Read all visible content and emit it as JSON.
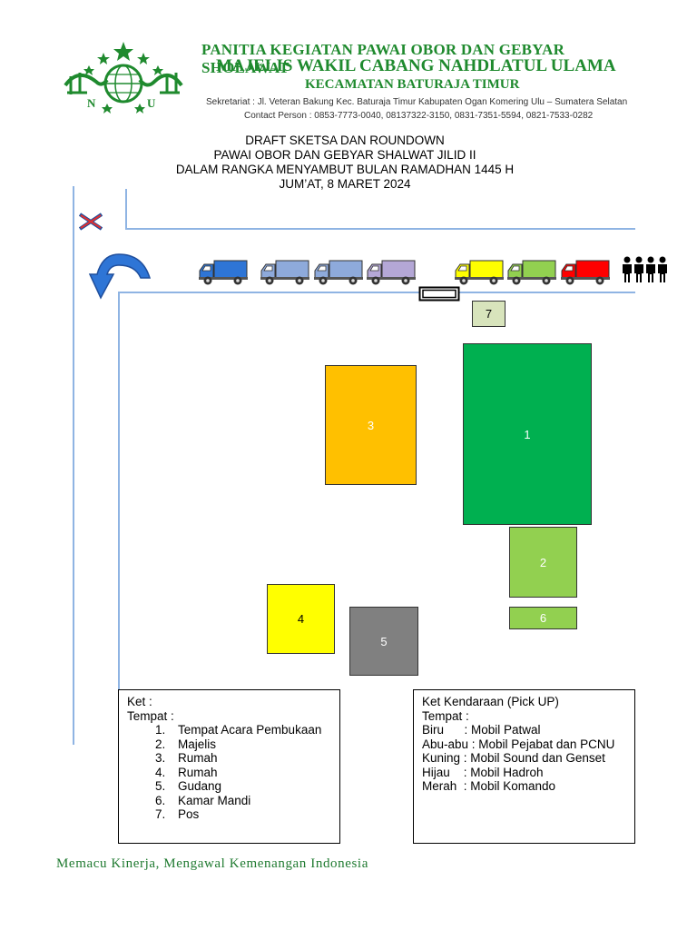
{
  "header": {
    "line1": "PANITIA KEGIATAN PAWAI OBOR DAN GEBYAR SHOLAWAT",
    "line2": "MAJELIS WAKIL CABANG NAHDLATUL ULAMA",
    "line3": "KECAMATAN BATURAJA TIMUR",
    "sekretariat": "Sekretariat :  Jl. Veteran Bakung Kec. Baturaja Timur Kabupaten Ogan Komering Ulu – Sumatera Selatan",
    "contact": "Contact Person : 0853-7773-0040, 08137322-3150, 0831-7351-5594, 0821-7533-0282",
    "logo_letters": [
      "N",
      "U"
    ]
  },
  "title": {
    "line1": "DRAFT SKETSA DAN ROUNDOWN",
    "line2": "PAWAI OBOR DAN GEBYAR SHALWAT JILID II",
    "line3": "DALAM RANGKA MENYAMBUT BULAN RAMADHAN 1445 H",
    "line4": "JUM’AT, 8 MARET 2024"
  },
  "map": {
    "buildings": [
      {
        "label": "1",
        "color": "#00b050"
      },
      {
        "label": "2",
        "color": "#92d050"
      },
      {
        "label": "3",
        "color": "#ffc000"
      },
      {
        "label": "4",
        "color": "#ffff00"
      },
      {
        "label": "5",
        "color": "#808080"
      },
      {
        "label": "6",
        "color": "#92d050"
      },
      {
        "label": "7",
        "color": "#d8e4bc"
      }
    ],
    "trucks": [
      {
        "color": "#2e75d6",
        "facing": "left"
      },
      {
        "color": "#8eaadb",
        "facing": "left"
      },
      {
        "color": "#8eaadb",
        "facing": "left"
      },
      {
        "color": "#b4a7d6",
        "facing": "left"
      },
      {
        "color": "#ffff00",
        "facing": "left"
      },
      {
        "color": "#92d050",
        "facing": "left"
      },
      {
        "color": "#ff0000",
        "facing": "left"
      }
    ],
    "icons": [
      "turn-arrow-icon",
      "blocked-cross-icon",
      "people-group-icon",
      "barrier-icon"
    ]
  },
  "legend_places": {
    "title": "Ket :",
    "subtitle": "Tempat :",
    "items": [
      "Tempat Acara Pembukaan",
      "Majelis",
      "Rumah",
      "Rumah",
      "Gudang",
      "Kamar Mandi",
      "Pos"
    ]
  },
  "legend_vehicles": {
    "title": "Ket Kendaraan (Pick UP)",
    "subtitle": "Tempat :",
    "items": [
      "Biru      : Mobil Patwal",
      "Abu-abu : Mobil Pejabat dan PCNU",
      "Kuning : Mobil Sound dan Genset",
      "Hijau    : Mobil Hadroh",
      "Merah  : Mobil Komando"
    ]
  },
  "footer": "Memacu Kinerja, Mengawal Kemenangan Indonesia"
}
